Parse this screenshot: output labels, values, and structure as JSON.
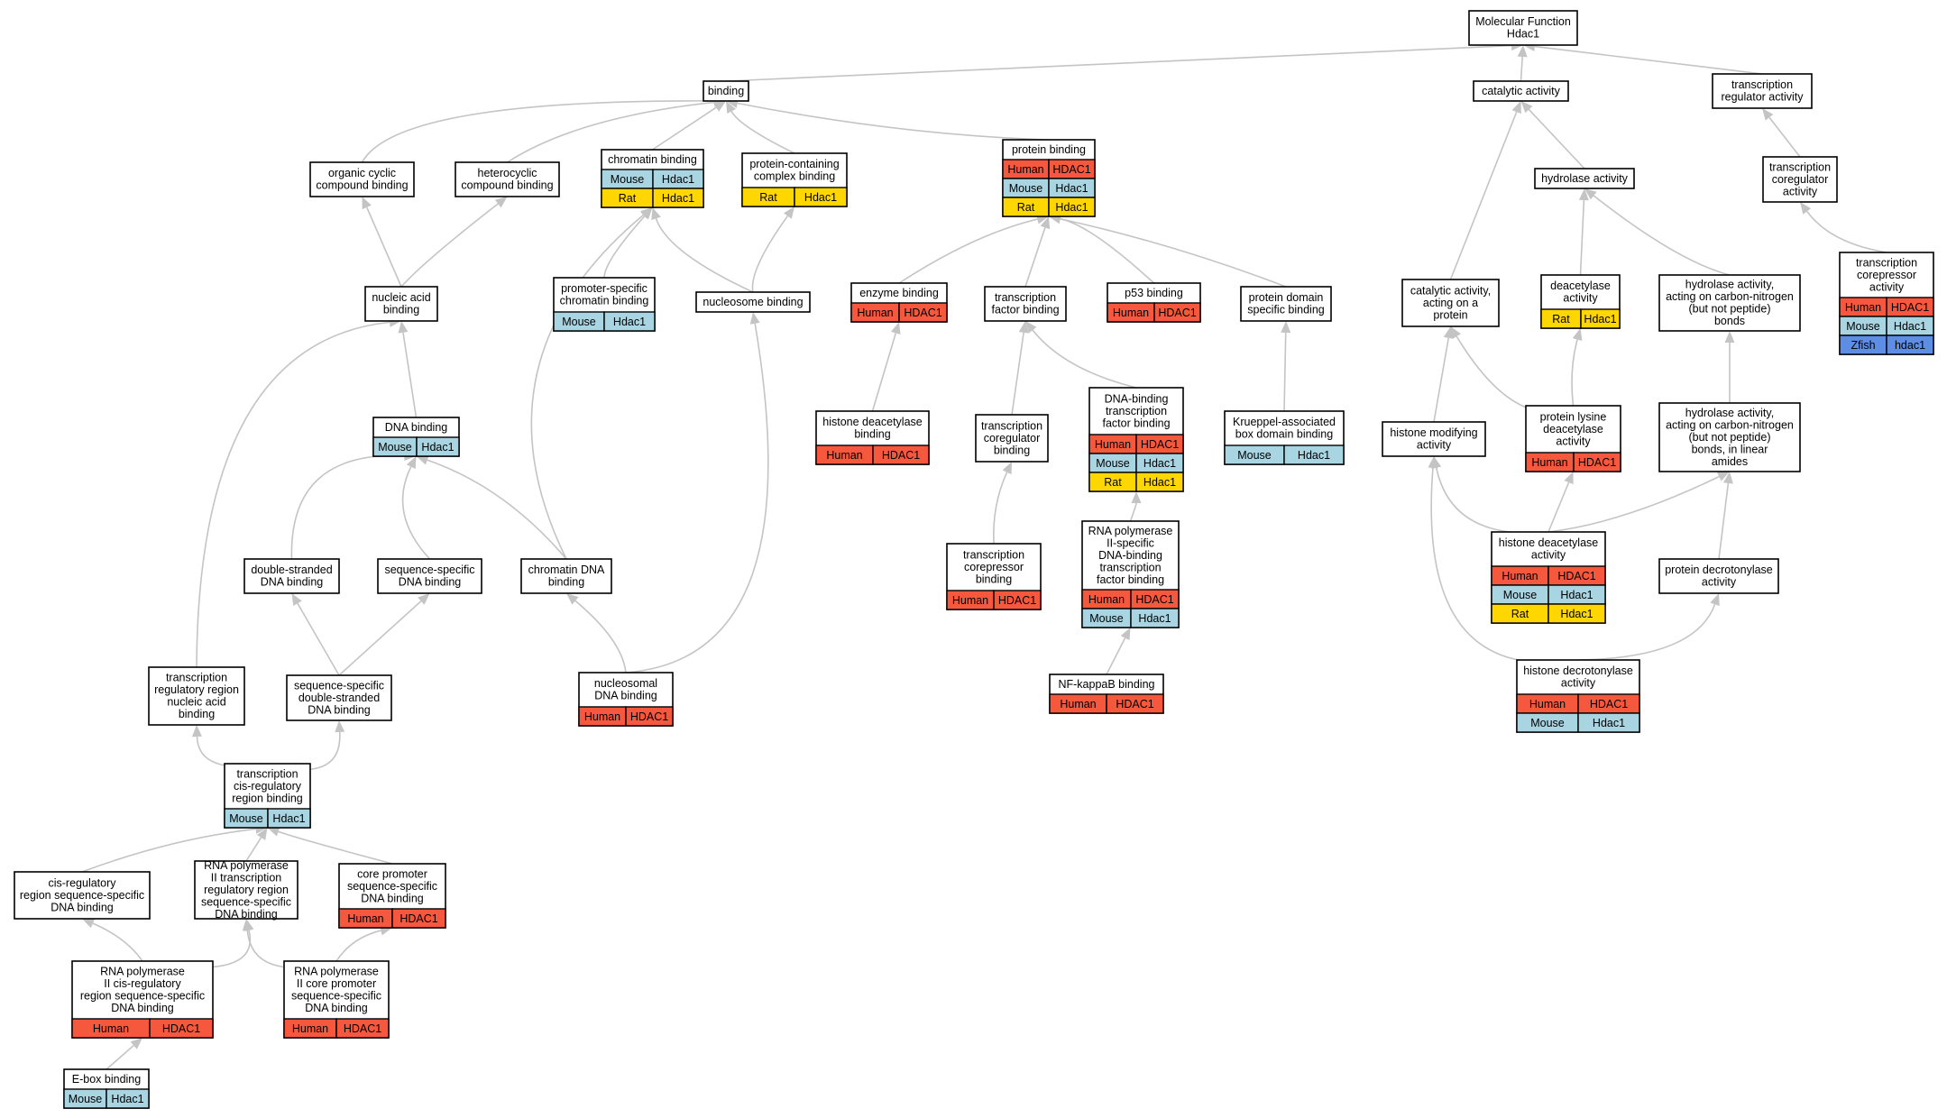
{
  "colors": {
    "Human": "#f6583d",
    "Mouse": "#a9d5e3",
    "Rat": "#ffd700",
    "Zfish": "#5e8de6",
    "edge": "#c4c4c4"
  },
  "nodes": {
    "mf": {
      "label": [
        "Molecular Function",
        "Hdac1"
      ],
      "rows": []
    },
    "binding": {
      "label": [
        "binding"
      ],
      "rows": []
    },
    "catalytic": {
      "label": [
        "catalytic activity"
      ],
      "rows": []
    },
    "treg": {
      "label": [
        "transcription",
        "regulator activity"
      ],
      "rows": []
    },
    "organic": {
      "label": [
        "organic cyclic",
        "compound binding"
      ],
      "rows": []
    },
    "hetero": {
      "label": [
        "heterocyclic",
        "compound binding"
      ],
      "rows": []
    },
    "chromatin": {
      "label": [
        "chromatin binding"
      ],
      "rows": [
        [
          "Mouse",
          "Hdac1"
        ],
        [
          "Rat",
          "Hdac1"
        ]
      ]
    },
    "protcomplex": {
      "label": [
        "protein-containing",
        "complex binding"
      ],
      "rows": [
        [
          "Rat",
          "Hdac1"
        ]
      ]
    },
    "protein": {
      "label": [
        "protein binding"
      ],
      "rows": [
        [
          "Human",
          "HDAC1"
        ],
        [
          "Mouse",
          "Hdac1"
        ],
        [
          "Rat",
          "Hdac1"
        ]
      ]
    },
    "hydrolase": {
      "label": [
        "hydrolase activity"
      ],
      "rows": []
    },
    "tcoreg_act": {
      "label": [
        "transcription",
        "coregulator",
        "activity"
      ],
      "rows": []
    },
    "nucleic": {
      "label": [
        "nucleic acid",
        "binding"
      ],
      "rows": []
    },
    "promspec": {
      "label": [
        "promoter-specific",
        "chromatin binding"
      ],
      "rows": [
        [
          "Mouse",
          "Hdac1"
        ]
      ]
    },
    "nucleosome": {
      "label": [
        "nucleosome binding"
      ],
      "rows": []
    },
    "enzyme": {
      "label": [
        "enzyme binding"
      ],
      "rows": [
        [
          "Human",
          "HDAC1"
        ]
      ]
    },
    "tfbind": {
      "label": [
        "transcription",
        "factor binding"
      ],
      "rows": []
    },
    "p53": {
      "label": [
        "p53 binding"
      ],
      "rows": [
        [
          "Human",
          "HDAC1"
        ]
      ]
    },
    "pdomain": {
      "label": [
        "protein domain",
        "specific binding"
      ],
      "rows": []
    },
    "cat_prot": {
      "label": [
        "catalytic activity,",
        "acting on a",
        "protein"
      ],
      "rows": []
    },
    "deacetylase": {
      "label": [
        "deacetylase",
        "activity"
      ],
      "rows": [
        [
          "Rat",
          "Hdac1"
        ]
      ]
    },
    "hydro_cn": {
      "label": [
        "hydrolase activity,",
        "acting on carbon-nitrogen",
        "(but not peptide)",
        "bonds"
      ],
      "rows": []
    },
    "tcorep_act": {
      "label": [
        "transcription",
        "corepressor",
        "activity"
      ],
      "rows": [
        [
          "Human",
          "HDAC1"
        ],
        [
          "Mouse",
          "Hdac1"
        ],
        [
          "Zfish",
          "hdac1"
        ]
      ]
    },
    "dnabinding": {
      "label": [
        "DNA binding"
      ],
      "rows": [
        [
          "Mouse",
          "Hdac1"
        ]
      ]
    },
    "hdacbind": {
      "label": [
        "histone deacetylase",
        "binding"
      ],
      "rows": [
        [
          "Human",
          "HDAC1"
        ]
      ]
    },
    "tcoreg_bind": {
      "label": [
        "transcription",
        "coregulator",
        "binding"
      ],
      "rows": []
    },
    "dbtf": {
      "label": [
        "DNA-binding",
        "transcription",
        "factor binding"
      ],
      "rows": [
        [
          "Human",
          "HDAC1"
        ],
        [
          "Mouse",
          "Hdac1"
        ],
        [
          "Rat",
          "Hdac1"
        ]
      ]
    },
    "krab": {
      "label": [
        "Krueppel-associated",
        "box domain binding"
      ],
      "rows": [
        [
          "Mouse",
          "Hdac1"
        ]
      ]
    },
    "histmod": {
      "label": [
        "histone modifying",
        "activity"
      ],
      "rows": []
    },
    "plysdeac": {
      "label": [
        "protein lysine",
        "deacetylase",
        "activity"
      ],
      "rows": [
        [
          "Human",
          "HDAC1"
        ]
      ]
    },
    "hydro_cn_lin": {
      "label": [
        "hydrolase activity,",
        "acting on carbon-nitrogen",
        "(but not peptide)",
        "bonds, in linear",
        "amides"
      ],
      "rows": []
    },
    "dsdna": {
      "label": [
        "double-stranded",
        "DNA binding"
      ],
      "rows": []
    },
    "seqdna": {
      "label": [
        "sequence-specific",
        "DNA binding"
      ],
      "rows": []
    },
    "chromdna": {
      "label": [
        "chromatin DNA",
        "binding"
      ],
      "rows": []
    },
    "tcorep_bind": {
      "label": [
        "transcription",
        "corepressor",
        "binding"
      ],
      "rows": [
        [
          "Human",
          "HDAC1"
        ]
      ]
    },
    "rnap2tf": {
      "label": [
        "RNA polymerase",
        "II-specific",
        "DNA-binding",
        "transcription",
        "factor binding"
      ],
      "rows": [
        [
          "Human",
          "HDAC1"
        ],
        [
          "Mouse",
          "Hdac1"
        ]
      ]
    },
    "hdacact": {
      "label": [
        "histone deacetylase",
        "activity"
      ],
      "rows": [
        [
          "Human",
          "HDAC1"
        ],
        [
          "Mouse",
          "Hdac1"
        ],
        [
          "Rat",
          "Hdac1"
        ]
      ]
    },
    "pdecrot": {
      "label": [
        "protein decrotonylase",
        "activity"
      ],
      "rows": []
    },
    "treg_nuc": {
      "label": [
        "transcription",
        "regulatory region",
        "nucleic acid",
        "binding"
      ],
      "rows": []
    },
    "seqds": {
      "label": [
        "sequence-specific",
        "double-stranded",
        "DNA binding"
      ],
      "rows": []
    },
    "nucleosomal": {
      "label": [
        "nucleosomal",
        "DNA binding"
      ],
      "rows": [
        [
          "Human",
          "HDAC1"
        ]
      ]
    },
    "nfkb": {
      "label": [
        "NF-kappaB binding"
      ],
      "rows": [
        [
          "Human",
          "HDAC1"
        ]
      ]
    },
    "hdecrot": {
      "label": [
        "histone decrotonylase",
        "activity"
      ],
      "rows": [
        [
          "Human",
          "HDAC1"
        ],
        [
          "Mouse",
          "Hdac1"
        ]
      ]
    },
    "tcis": {
      "label": [
        "transcription",
        "cis-regulatory",
        "region binding"
      ],
      "rows": [
        [
          "Mouse",
          "Hdac1"
        ]
      ]
    },
    "cisreg": {
      "label": [
        "cis-regulatory",
        "region sequence-specific",
        "DNA binding"
      ],
      "rows": []
    },
    "rnap2treg": {
      "label": [
        "RNA polymerase",
        "II transcription",
        "regulatory region",
        "sequence-specific",
        "DNA binding"
      ],
      "rows": []
    },
    "corepromo": {
      "label": [
        "core promoter",
        "sequence-specific",
        "DNA binding"
      ],
      "rows": [
        [
          "Human",
          "HDAC1"
        ]
      ]
    },
    "rnap2cis": {
      "label": [
        "RNA polymerase",
        "II cis-regulatory",
        "region sequence-specific",
        "DNA binding"
      ],
      "rows": [
        [
          "Human",
          "HDAC1"
        ]
      ]
    },
    "rnap2core": {
      "label": [
        "RNA polymerase",
        "II core promoter",
        "sequence-specific",
        "DNA binding"
      ],
      "rows": [
        [
          "Human",
          "HDAC1"
        ]
      ]
    },
    "ebox": {
      "label": [
        "E-box binding"
      ],
      "rows": [
        [
          "Mouse",
          "Hdac1"
        ]
      ]
    }
  }
}
